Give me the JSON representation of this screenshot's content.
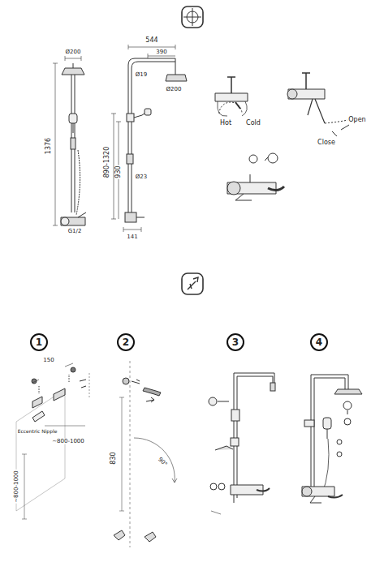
{
  "diagram": {
    "nodes": [
      {
        "text": [
          "1"
        ]
      },
      {
        "text": [
          "2"
        ]
      },
      {
        "text": [
          "3"
        ]
      },
      {
        "text": [
          "4"
        ]
      }
    ],
    "labels": [
      "Ø200",
      "1376",
      "G1/2",
      "544",
      "390",
      "Ø19",
      "Ø200",
      "890-1320",
      "930",
      "Ø23",
      "141",
      "Hot",
      "Cold",
      "Open",
      "Close",
      "150",
      "Eccentric Nipple",
      "~800-1000",
      "~800-1000",
      "830",
      "90°"
    ]
  }
}
